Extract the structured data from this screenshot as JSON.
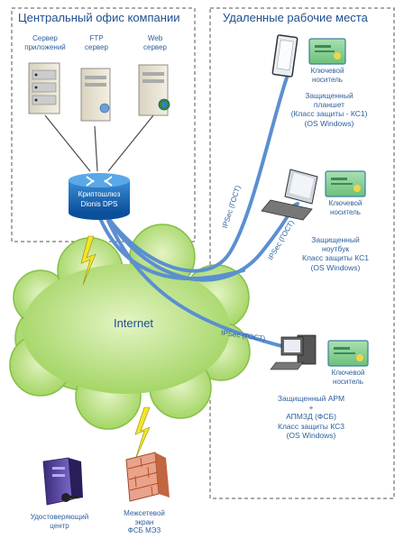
{
  "sections": {
    "central_office": "Центральный офис компании",
    "remote_places": "Удаленные рабочие места"
  },
  "servers": [
    {
      "label": "Сервер\nприложений"
    },
    {
      "label": "FTP\nсервер"
    },
    {
      "label": "Web\nсервер"
    }
  ],
  "gateway": {
    "line1": "Криптошлюз",
    "line2": "Dionis DPS"
  },
  "internet": "Internet",
  "tunnels": [
    "IPSec (ГОСТ)",
    "IPSec (ГОСТ)",
    "IPSec (ГОСТ)"
  ],
  "remote": [
    {
      "key_label": "Ключевой\nноситель",
      "desc": "Защищенный\nпланшет\n(Класс защиты - КС1)\n(OS Windows)"
    },
    {
      "key_label": "Ключевой\nноситель",
      "desc": "Защищенный\nноутбук\nКласс защиты КС1\n(OS Windows)"
    },
    {
      "key_label": "Ключевой\nноситель",
      "desc": "Защищенный  АРМ\n+\nАПМЗД (ФСБ)\nКласс защиты КС3\n(OS Windows)"
    }
  ],
  "ca": "Удостоверяющий\nцентр",
  "firewall": "Межсетевой\nэкран\nФСБ МЭЗ",
  "colors": {
    "border": "#555555",
    "link": "#5b8fd0",
    "cloud": "#a8d86e",
    "text": "#2c5f9e"
  }
}
